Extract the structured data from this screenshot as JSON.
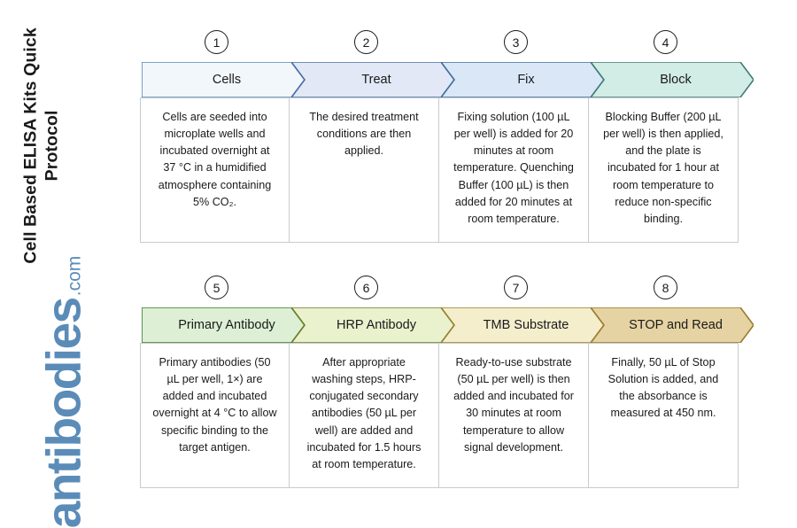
{
  "sidebar": {
    "title": "Cell Based ELISA Kits Quick Protocol",
    "brand_name": "antibodies",
    "brand_tld": ".com",
    "brand_color": "#5b8cb8"
  },
  "diagram": {
    "type": "process-flow-chevron",
    "rows": [
      {
        "row_id": "row-1",
        "steps": [
          {
            "number": "1",
            "label": "Cells",
            "fill": "#f2f7fc",
            "stroke": "#5b87b5",
            "body": "Cells are seeded into microplate wells and incubated overnight at 37 °C in a humidified atmosphere containing 5% CO₂."
          },
          {
            "number": "2",
            "label": "Treat",
            "fill": "#e2e8f5",
            "stroke": "#4a6fa5",
            "body": "The desired treatment conditions are then applied."
          },
          {
            "number": "3",
            "label": "Fix",
            "fill": "#d9e7f7",
            "stroke": "#3f6f9e",
            "body": "Fixing solution (100 µL per well) is added for 20 minutes at room temperature. Quenching Buffer (100 µL) is then added for 20 minutes at room temperature."
          },
          {
            "number": "4",
            "label": "Block",
            "fill": "#d2ece6",
            "stroke": "#3f7d72",
            "body": "Blocking Buffer (200 µL per well) is then applied, and the plate is incubated for 1 hour at room temperature to reduce non-specific binding."
          }
        ]
      },
      {
        "row_id": "row-2",
        "steps": [
          {
            "number": "5",
            "label": "Primary Antibody",
            "fill": "#ddf0d5",
            "stroke": "#3f7a2e",
            "body": "Primary antibodies (50 µL per well, 1×) are added and incubated overnight at 4 °C to allow specific binding to the target antigen."
          },
          {
            "number": "6",
            "label": "HRP Antibody",
            "fill": "#e9f2cd",
            "stroke": "#6b7d2a",
            "body": "After appropriate washing steps, HRP-conjugated secondary antibodies (50 µL per well) are added and incubated for 1.5 hours at room temperature."
          },
          {
            "number": "7",
            "label": "TMB Substrate",
            "fill": "#f4eecd",
            "stroke": "#96802c",
            "body": "Ready-to-use substrate (50 µL per well) is then added and incubated for 30 minutes at room temperature to allow signal development."
          },
          {
            "number": "8",
            "label": "STOP and Read",
            "fill": "#e6d3a3",
            "stroke": "#9c7a2e",
            "body": "Finally, 50 µL of Stop Solution is added, and the absorbance is measured at 450 nm."
          }
        ]
      }
    ]
  }
}
